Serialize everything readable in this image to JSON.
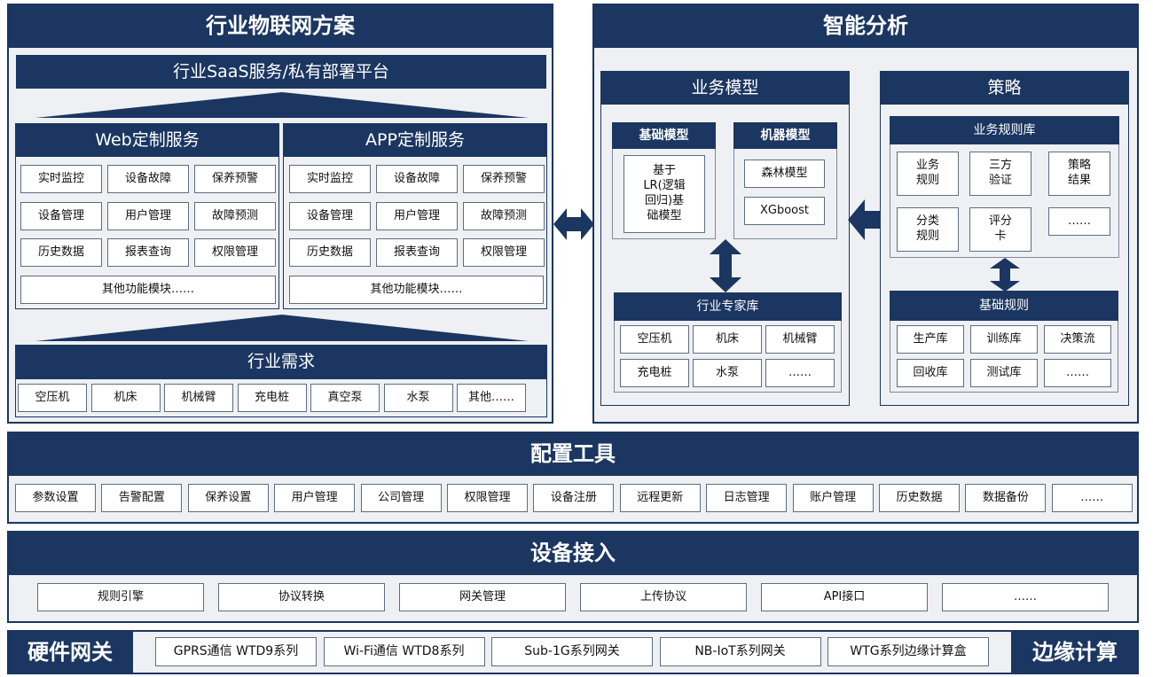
{
  "left": {
    "title": "行业物联网方案",
    "saas_bar": "行业SaaS服务/私有部署平台",
    "web": {
      "title": "Web定制服务",
      "items": [
        "实时监控",
        "设备故障",
        "保养预警",
        "设备管理",
        "用户管理",
        "故障预测",
        "历史数据",
        "报表查询",
        "权限管理"
      ],
      "other": "其他功能模块……"
    },
    "app": {
      "title": "APP定制服务",
      "items": [
        "实时监控",
        "设备故障",
        "保养预警",
        "设备管理",
        "用户管理",
        "故障预测",
        "历史数据",
        "报表查询",
        "权限管理"
      ],
      "other": "其他功能模块……"
    },
    "demand": {
      "title": "行业需求",
      "items": [
        "空压机",
        "机床",
        "机械臂",
        "充电桩",
        "真空泵",
        "水泵",
        "其他……"
      ]
    }
  },
  "right": {
    "title": "智能分析",
    "business_model": {
      "title": "业务模型",
      "basic": {
        "title": "基础模型",
        "content": "基于\nLR(逻辑\n回归)基\n础模型"
      },
      "machine": {
        "title": "机器模型",
        "items": [
          "森林模型",
          "XGboost"
        ]
      },
      "expert": {
        "title": "行业专家库",
        "items": [
          "空压机",
          "机床",
          "机械臂",
          "充电桩",
          "水泵",
          "……"
        ]
      }
    },
    "strategy": {
      "title": "策略",
      "rules_lib": {
        "title": "业务规则库",
        "items": [
          "业务\n规则",
          "三方\n验证",
          "策略\n结果",
          "分类\n规则",
          "评分\n卡",
          "……"
        ]
      },
      "basic_rules": {
        "title": "基础规则",
        "items": [
          "生产库",
          "训练库",
          "决策流",
          "回收库",
          "测试库",
          "……"
        ]
      }
    }
  },
  "config": {
    "title": "配置工具",
    "items": [
      "参数设置",
      "告警配置",
      "保养设置",
      "用户管理",
      "公司管理",
      "权限管理",
      "设备注册",
      "远程更新",
      "日志管理",
      "账户管理",
      "历史数据",
      "数据备份",
      "……"
    ]
  },
  "access": {
    "title": "设备接入",
    "items": [
      "规则引擎",
      "协议转换",
      "网关管理",
      "上传协议",
      "API接口",
      "……"
    ]
  },
  "hardware": {
    "title": "硬件网关",
    "items": [
      "GPRS通信 WTD9系列",
      "Wi-Fi通信 WTD8系列",
      "Sub-1G系列网关",
      "NB-IoT系列网关",
      "WTG系列边缘计算盒"
    ],
    "edge_title": "边缘计算"
  },
  "colors": {
    "navy": "#1b3660",
    "panel": "#eef0f3",
    "cell_border": "#5f6d80"
  }
}
